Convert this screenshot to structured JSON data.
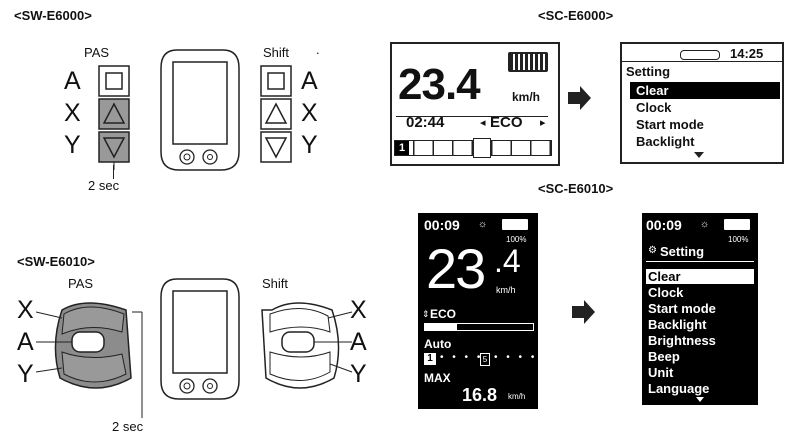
{
  "sw_e6000": {
    "title": "<SW-E6000>",
    "pas_label": "PAS",
    "shift_label": "Shift",
    "dot": ".",
    "a": "A",
    "x": "X",
    "y": "Y",
    "two_sec": "2 sec"
  },
  "sw_e6010": {
    "title": "<SW-E6010>",
    "pas_label": "PAS",
    "shift_label": "Shift",
    "a": "A",
    "x": "X",
    "y": "Y",
    "two_sec": "2 sec"
  },
  "sc_e6000": {
    "title": "<SC-E6000>",
    "speed": "23.4",
    "unit": "km/h",
    "time": "02:44",
    "mode": "ECO",
    "gear": "1",
    "menu": {
      "clock": "14:25",
      "title": "Setting",
      "items": [
        "Clear",
        "Clock",
        "Start mode",
        "Backlight"
      ]
    }
  },
  "sc_e6010": {
    "title": "<SC-E6010>",
    "time": "00:09",
    "battery_pct": "100%",
    "speed_int": "23",
    "speed_dec": ".4",
    "unit": "km/h",
    "mode": "ECO",
    "auto": "Auto",
    "gear": "1",
    "gear_mid": "5",
    "max_label": "MAX",
    "max_speed": "16.8",
    "max_unit": "km/h",
    "menu": {
      "time": "00:09",
      "battery_pct": "100%",
      "title": "Setting",
      "items": [
        "Clear",
        "Clock",
        "Start mode",
        "Backlight",
        "Brightness",
        "Beep",
        "Unit",
        "Language"
      ]
    }
  }
}
